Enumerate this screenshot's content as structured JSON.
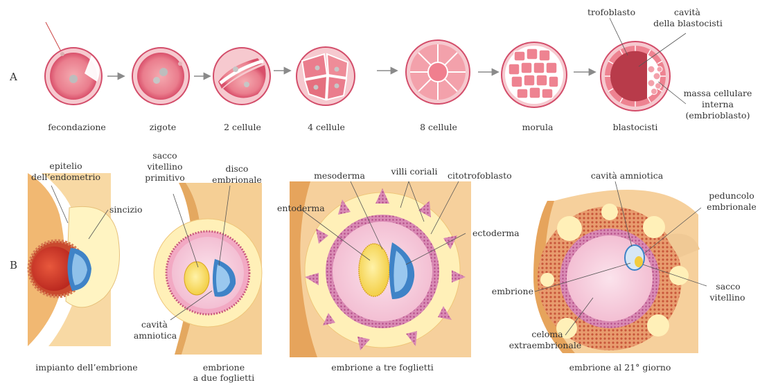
{
  "rows": {
    "a": "A",
    "b": "B"
  },
  "row_a": {
    "stages": [
      "fecondazione",
      "zigote",
      "2 cellule",
      "4 cellule",
      "8 cellule",
      "morula",
      "blastocisti"
    ],
    "callouts": {
      "trofoblasto": "trofoblasto",
      "cavita": "cavità",
      "della_blastocisti": "della blastocisti",
      "massa": "massa cellulare",
      "interna": "interna",
      "embrioblasto": "(embrioblasto)"
    }
  },
  "row_b": {
    "p1": {
      "epitelio": "epitelio",
      "endometrio": "dell’endometrio",
      "sincizio": "sincizio",
      "caption": "impianto dell’embrione"
    },
    "p2": {
      "sacco": "sacco",
      "vitellino": "vitellino",
      "primitivo": "primitivo",
      "disco": "disco",
      "embrionale": "embrionale",
      "cavita": "cavità",
      "amniotica": "amniotica",
      "caption1": "embrione",
      "caption2": "a due foglietti"
    },
    "p3": {
      "mesoderma": "mesoderma",
      "villi": "villi coriali",
      "citotrofoblasto": "citotrofoblasto",
      "entoderma": "entoderma",
      "ectoderma": "ectoderma",
      "caption": "embrione a tre foglietti"
    },
    "p4": {
      "cavita": "cavità amniotica",
      "peduncolo": "peduncolo",
      "embrionale": "embrionale",
      "embrione": "embrione",
      "sacco": "sacco",
      "vitellino": "vitellino",
      "celoma": "celoma",
      "extraembrionale": "extraembrionale",
      "caption": "embrione al 21° giorno"
    }
  },
  "colors": {
    "cell_outer": "#e3607a",
    "cell_inner": "#f09aa3",
    "cell_pale": "#f7cfd2",
    "tissue_tan": "#f3c98e",
    "tissue_deep": "#e0a45a",
    "yolk_yellow": "#fde57f",
    "villi_pink": "#c95a8e",
    "amnion_blue": "#3f83c7",
    "sac_red": "#c8302b",
    "arrow_gray": "#8a8a8a"
  }
}
